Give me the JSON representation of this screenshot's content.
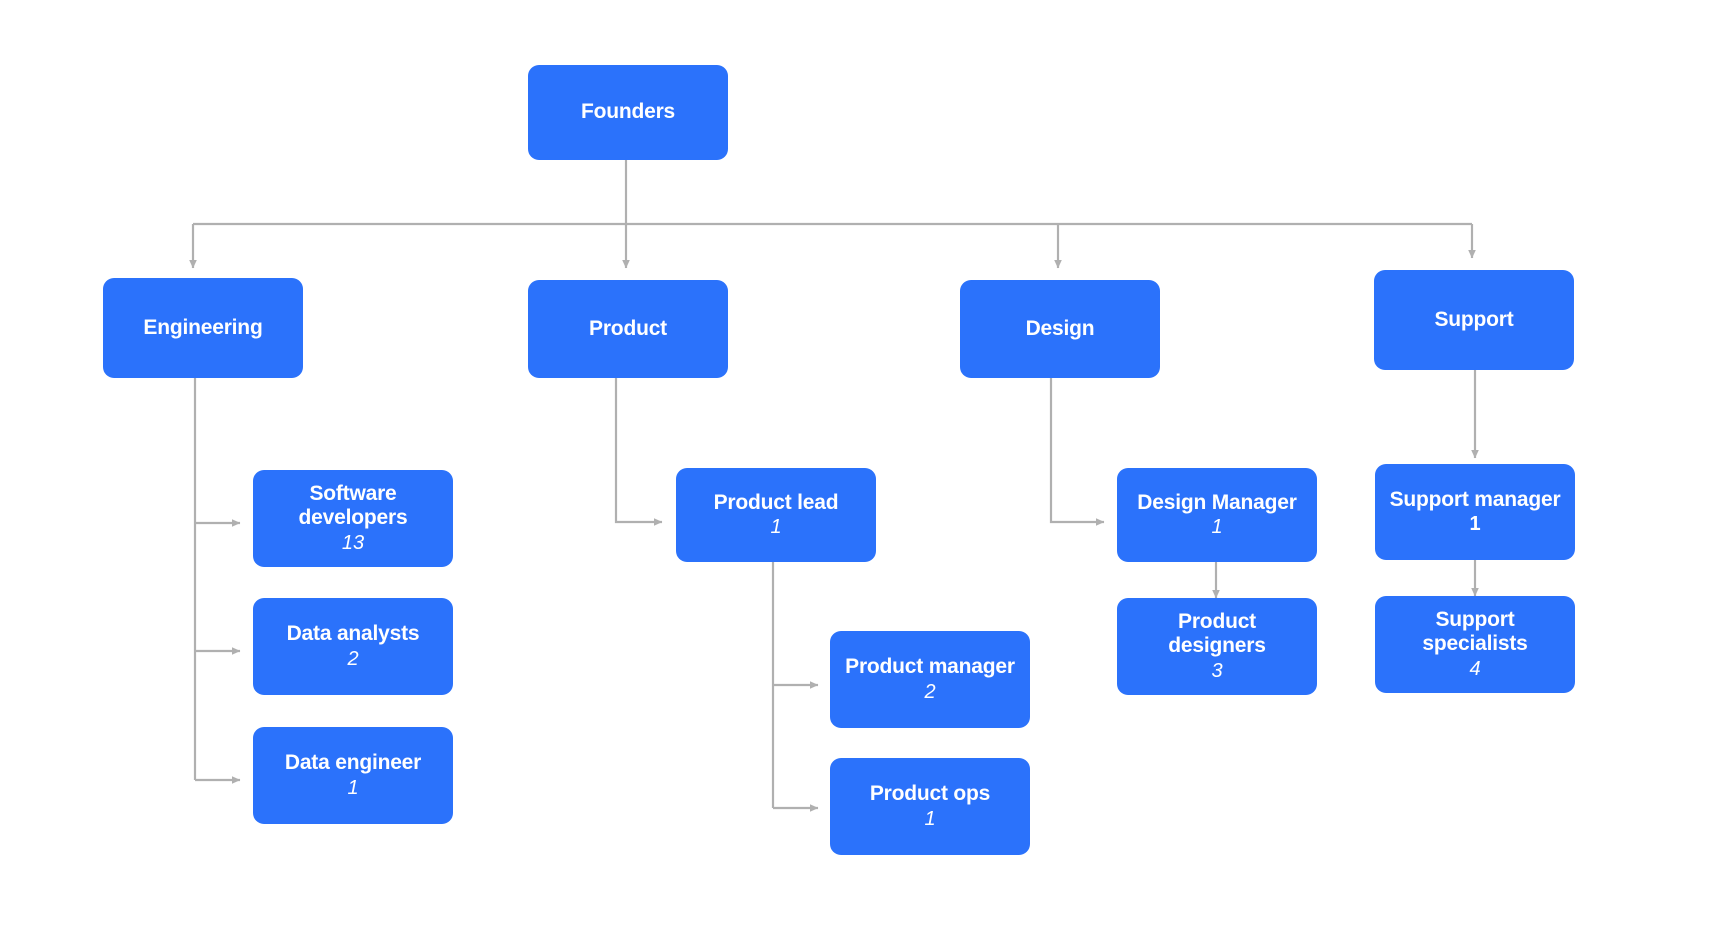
{
  "chart_data": {
    "type": "diagram",
    "title": "",
    "diagram_kind": "org-chart",
    "colors": {
      "node_fill": "#2b72fb",
      "node_text": "#ffffff",
      "edge": "#b0b0b0",
      "background": "#ffffff"
    },
    "nodes": [
      {
        "id": "founders",
        "label": "Founders",
        "count": "",
        "count_style": "none"
      },
      {
        "id": "engineering",
        "label": "Engineering",
        "count": "",
        "count_style": "none"
      },
      {
        "id": "product",
        "label": "Product",
        "count": "",
        "count_style": "none"
      },
      {
        "id": "design",
        "label": "Design",
        "count": "",
        "count_style": "none"
      },
      {
        "id": "support",
        "label": "Support",
        "count": "",
        "count_style": "none"
      },
      {
        "id": "software-developers",
        "label": "Software\ndevelopers",
        "count": "13",
        "count_style": "italic"
      },
      {
        "id": "data-analysts",
        "label": "Data analysts",
        "count": "2",
        "count_style": "italic"
      },
      {
        "id": "data-engineer",
        "label": "Data engineer",
        "count": "1",
        "count_style": "italic"
      },
      {
        "id": "product-lead",
        "label": "Product lead",
        "count": "1",
        "count_style": "italic"
      },
      {
        "id": "product-manager",
        "label": "Product manager",
        "count": "2",
        "count_style": "italic"
      },
      {
        "id": "product-ops",
        "label": "Product ops",
        "count": "1",
        "count_style": "italic"
      },
      {
        "id": "design-manager",
        "label": "Design Manager",
        "count": "1",
        "count_style": "italic"
      },
      {
        "id": "product-designers",
        "label": "Product designers",
        "count": "3",
        "count_style": "italic"
      },
      {
        "id": "support-manager",
        "label": "Support manager",
        "count": "1",
        "count_style": "bold"
      },
      {
        "id": "support-specialists",
        "label": "Support\nspecialists",
        "count": "4",
        "count_style": "italic"
      }
    ],
    "edges": [
      {
        "from": "founders",
        "to": "engineering"
      },
      {
        "from": "founders",
        "to": "product"
      },
      {
        "from": "founders",
        "to": "design"
      },
      {
        "from": "founders",
        "to": "support"
      },
      {
        "from": "engineering",
        "to": "software-developers"
      },
      {
        "from": "engineering",
        "to": "data-analysts"
      },
      {
        "from": "engineering",
        "to": "data-engineer"
      },
      {
        "from": "product",
        "to": "product-lead"
      },
      {
        "from": "product-lead",
        "to": "product-manager"
      },
      {
        "from": "product-lead",
        "to": "product-ops"
      },
      {
        "from": "design",
        "to": "design-manager"
      },
      {
        "from": "design-manager",
        "to": "product-designers"
      },
      {
        "from": "support",
        "to": "support-manager"
      },
      {
        "from": "support-manager",
        "to": "support-specialists"
      }
    ]
  }
}
